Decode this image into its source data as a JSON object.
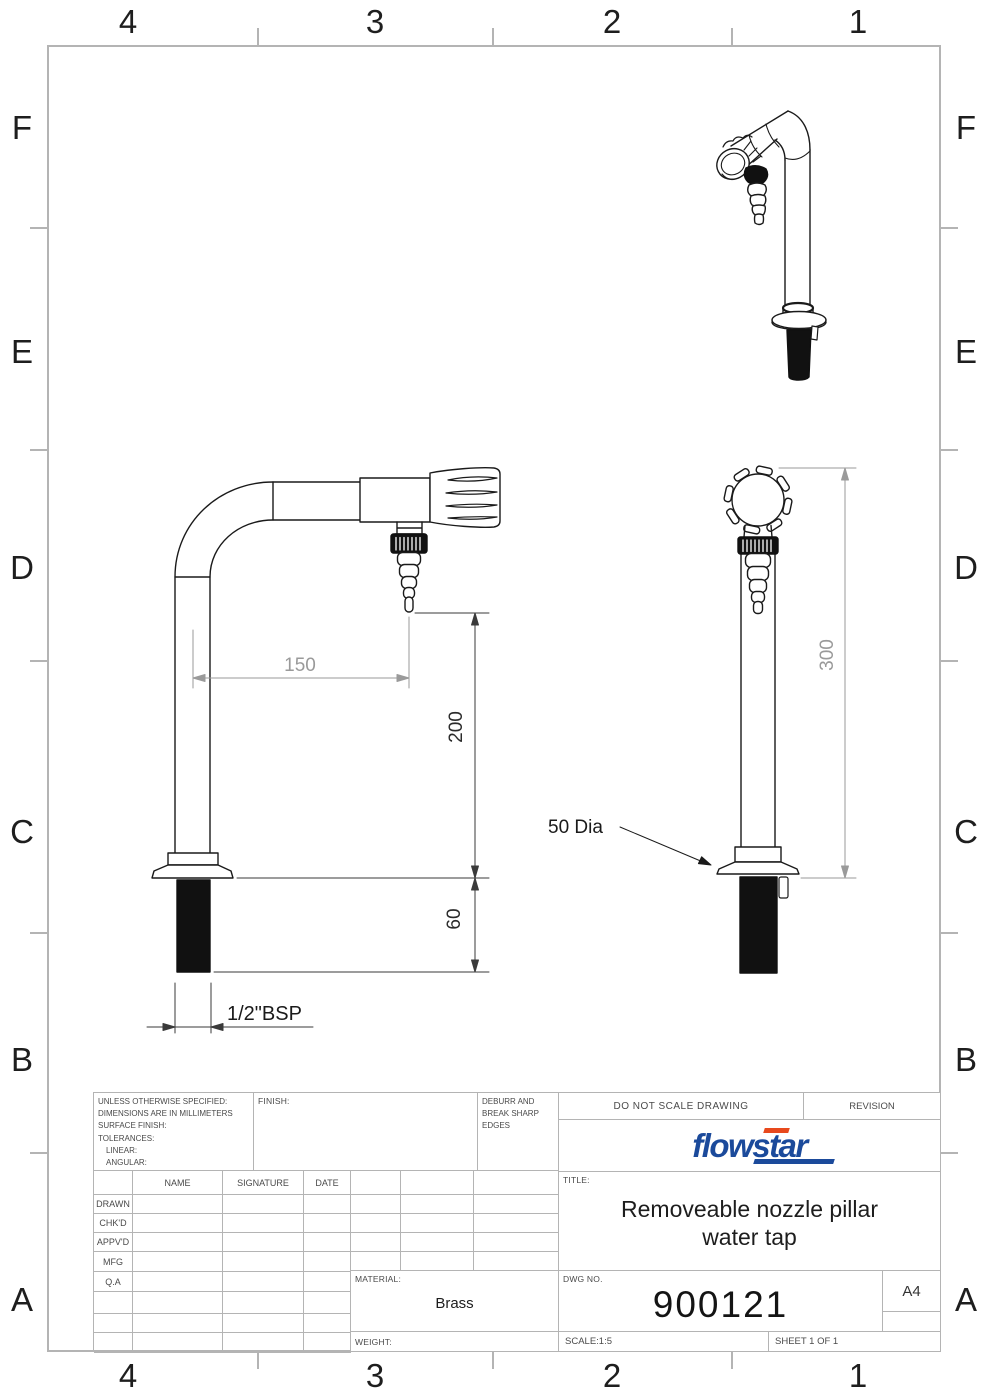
{
  "sheet": {
    "grid_cols": [
      "4",
      "3",
      "2",
      "1"
    ],
    "grid_rows": [
      "F",
      "E",
      "D",
      "C",
      "B",
      "A"
    ]
  },
  "dimensions": {
    "horizontal_reach": "150",
    "spout_height": "200",
    "overall_height": "300",
    "thread_length": "60",
    "thread_spec": "1/2\"BSP",
    "flange_dia": "50 Dia"
  },
  "title_block": {
    "spec_note": {
      "lines": [
        "UNLESS OTHERWISE SPECIFIED:",
        "DIMENSIONS ARE IN MILLIMETERS",
        "SURFACE FINISH:",
        "TOLERANCES:",
        "LINEAR:",
        "ANGULAR:"
      ]
    },
    "finish_label": "FINISH:",
    "deburr_note": "DEBURR AND BREAK SHARP EDGES",
    "do_not_scale": "DO NOT SCALE DRAWING",
    "revision_label": "REVISION",
    "logo_text": "flowstar",
    "approval_table": {
      "name_header": "NAME",
      "signature_header": "SIGNATURE",
      "date_header": "DATE",
      "row_labels": [
        "DRAWN",
        "CHK'D",
        "APPV'D",
        "MFG",
        "Q.A"
      ]
    },
    "title_label": "TITLE:",
    "title_line1": "Removeable nozzle pillar",
    "title_line2": "water tap",
    "material_label": "MATERIAL:",
    "material_value": "Brass",
    "weight_label": "WEIGHT:",
    "dwg_label": "DWG NO.",
    "dwg_number": "900121",
    "paper_size": "A4",
    "scale_text": "SCALE:1:5",
    "sheet_text": "SHEET 1 OF 1"
  },
  "colors": {
    "logo_blue": "#1b4a9b",
    "logo_red": "#e8491d"
  }
}
